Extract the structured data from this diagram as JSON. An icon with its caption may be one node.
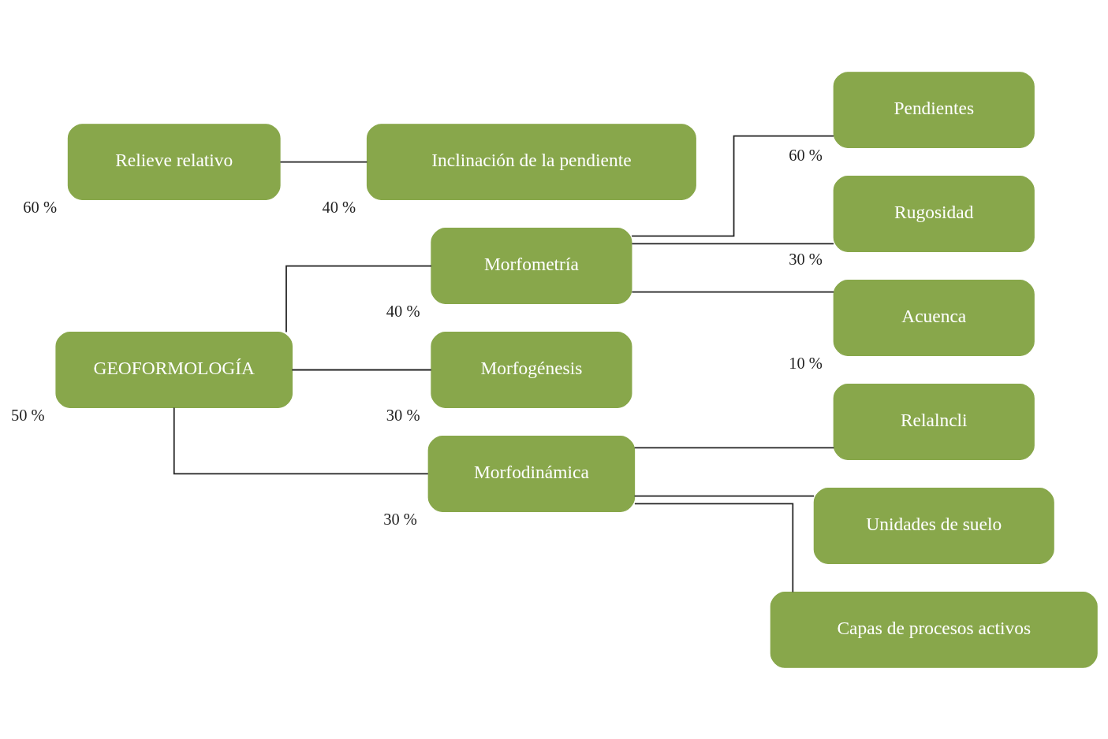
{
  "diagram": {
    "nodes": [
      {
        "text": [
          "GEOFORMOLOGÍA"
        ],
        "beside": [
          "50 %"
        ]
      },
      {
        "text": [
          "Morfometría"
        ],
        "beside": [
          "40 %"
        ]
      },
      {
        "text": [
          "Morfogénesis"
        ],
        "beside": [
          "30 %"
        ]
      },
      {
        "text": [
          "Morfodinámica"
        ],
        "beside": [
          "30 %"
        ]
      },
      {
        "text": [
          "Pendientes"
        ],
        "beside": [
          "60 %"
        ]
      },
      {
        "text": [
          "Rugosidad"
        ],
        "beside": [
          "30 %"
        ]
      },
      {
        "text": [
          "Acuenca"
        ],
        "beside": [
          "10 %"
        ]
      },
      {
        "text": [
          "Relalncli"
        ]
      },
      {
        "text": [
          "Unidades de suelo"
        ]
      },
      {
        "text": [
          "Capas de procesos activos"
        ]
      },
      {
        "text": [
          "Relieve relativo"
        ],
        "beside": [
          "60 %"
        ]
      },
      {
        "text": [
          "Inclinación de la pendiente"
        ],
        "beside": [
          "40 %"
        ]
      }
    ],
    "edges": [
      {
        "from": 0,
        "to": 1,
        "arrow": "none"
      },
      {
        "from": 0,
        "to": 2,
        "arrow": "none"
      },
      {
        "from": 0,
        "to": 3,
        "arrow": "none"
      },
      {
        "from": 1,
        "to": 4,
        "arrow": "none"
      },
      {
        "from": 1,
        "to": 5,
        "arrow": "none"
      },
      {
        "from": 1,
        "to": 6,
        "arrow": "none"
      },
      {
        "from": 3,
        "to": 7,
        "arrow": "none"
      },
      {
        "from": 3,
        "to": 8,
        "arrow": "none"
      },
      {
        "from": 3,
        "to": 9,
        "arrow": "none"
      },
      {
        "from": 10,
        "to": 11,
        "arrow": "none"
      }
    ]
  }
}
